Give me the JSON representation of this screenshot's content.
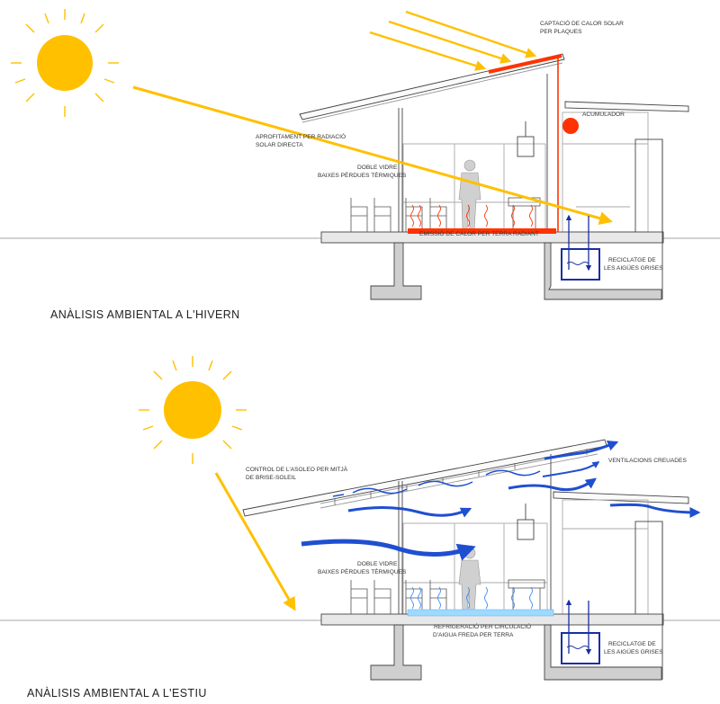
{
  "winter": {
    "title": "ANÀLISIS AMBIENTAL A L'HIVERN",
    "captacio_line1": "CAPTACIÓ DE CALOR SOLAR",
    "captacio_line2": "PER PLAQUES",
    "acumulador": "ACUMULADOR",
    "aprofitament_line1": "APROFITAMENT PER RADIACIÓ",
    "aprofitament_line2": "SOLAR DIRECTA",
    "doble_vidre_line1": "DOBLE VIDRE",
    "doble_vidre_line2": "BAIXES PÈRDUES TÈRMIQUES",
    "emissio": "EMISSIÓ DE CALOR PER TERRA RADIANT",
    "reciclatge_line1": "RECICLATGE DE",
    "reciclatge_line2": "LES AIGÜES GRISES"
  },
  "summer": {
    "title": "ANÀLISIS AMBIENTAL A L'ESTIU",
    "control_line1": "CONTROL DE L'ASOLEO PER MITJÀ",
    "control_line2": "DE BRISE-SOLEIL",
    "ventilacions": "VENTILACIONS CREUADES",
    "doble_vidre_line1": "DOBLE VIDRE",
    "doble_vidre_line2": "BAIXES PÈRDUES TÈRMIQUES",
    "refrigeracio_line1": "REFRIGERACIÓ PER CIRCULACIÓ",
    "refrigeracio_line2": "D'AIGUA FREDA PER TERRA",
    "reciclatge_line1": "RECICLATGE DE",
    "reciclatge_line2": "LES AIGÜES GRISES"
  },
  "colors": {
    "sun": "#ffc000",
    "sun_ray": "#ffc000",
    "heat": "#ff3300",
    "cool_air": "#1f4fd1",
    "water": "#1a2fa0",
    "chilled_floor": "#9fd9ff",
    "linework": "#444444"
  }
}
